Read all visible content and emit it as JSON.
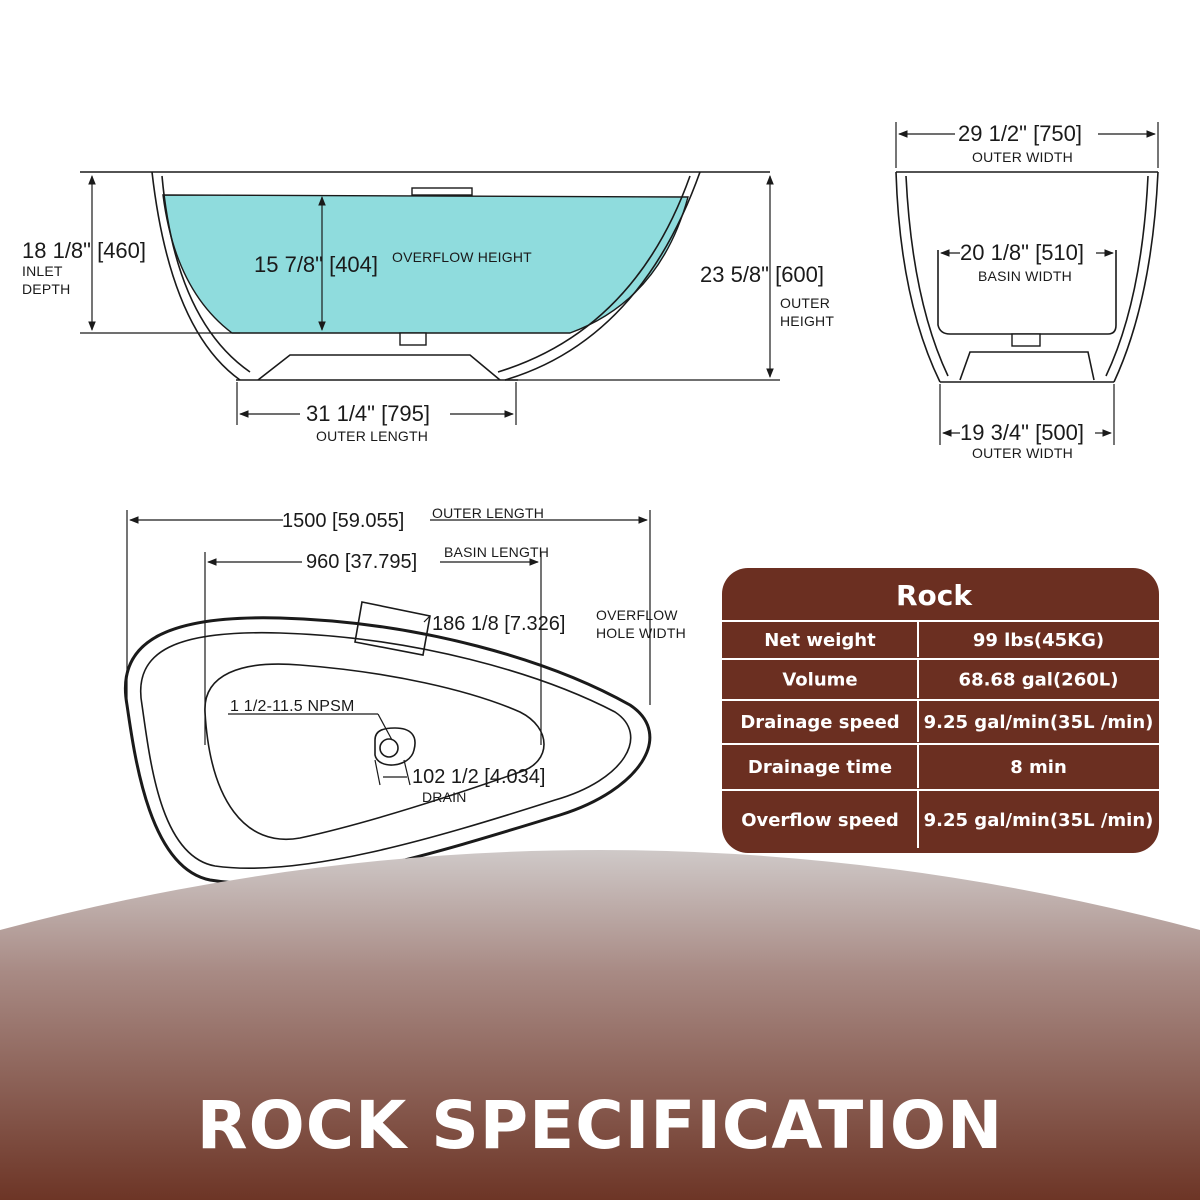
{
  "colors": {
    "accent": "#6b2f21",
    "water": "#8fdcdd",
    "banner_top": "#c8c1c0",
    "banner_bottom": "#6d3526"
  },
  "side_view": {
    "inlet_depth_value": "18 1/8\" [460]",
    "inlet_depth_label_1": "INLET",
    "inlet_depth_label_2": "DEPTH",
    "overflow_height_value": "15 7/8\" [404]",
    "overflow_height_label": "OVERFLOW HEIGHT",
    "outer_height_value": "23 5/8\" [600]",
    "outer_height_label_1": "OUTER",
    "outer_height_label_2": "HEIGHT",
    "base_length_value": "31 1/4\" [795]",
    "base_length_label": "OUTER LENGTH"
  },
  "end_view": {
    "outer_width_value": "29 1/2\" [750]",
    "outer_width_label": "OUTER WIDTH",
    "basin_width_value": "20 1/8\" [510]",
    "basin_width_label": "BASIN WIDTH",
    "base_width_value": "19 3/4\" [500]",
    "base_width_label": "OUTER WIDTH"
  },
  "top_view": {
    "outer_length_value": "1500 [59.055]",
    "outer_length_label": "OUTER LENGTH",
    "basin_length_value": "960 [37.795]",
    "basin_length_label": "BASIN LENGTH",
    "overflow_hole_value": "186 1/8 [7.326]",
    "overflow_hole_label_1": "OVERFLOW",
    "overflow_hole_label_2": "HOLE WIDTH",
    "thread_label": "1 1/2-11.5 NPSM",
    "drain_value": "102 1/2 [4.034]",
    "drain_label": "DRAIN"
  },
  "spec_table": {
    "title": "Rock",
    "rows": [
      {
        "label": "Net weight",
        "value": "99 lbs(45KG)"
      },
      {
        "label": "Volume",
        "value": "68.68 gal(260L)"
      },
      {
        "label": "Drainage speed",
        "value": "9.25 gal/min(35L /min)"
      },
      {
        "label": "Drainage time",
        "value": "8 min"
      },
      {
        "label": "Overflow speed",
        "value": "9.25 gal/min(35L /min)"
      }
    ]
  },
  "banner": {
    "title": "ROCK SPECIFICATION"
  }
}
